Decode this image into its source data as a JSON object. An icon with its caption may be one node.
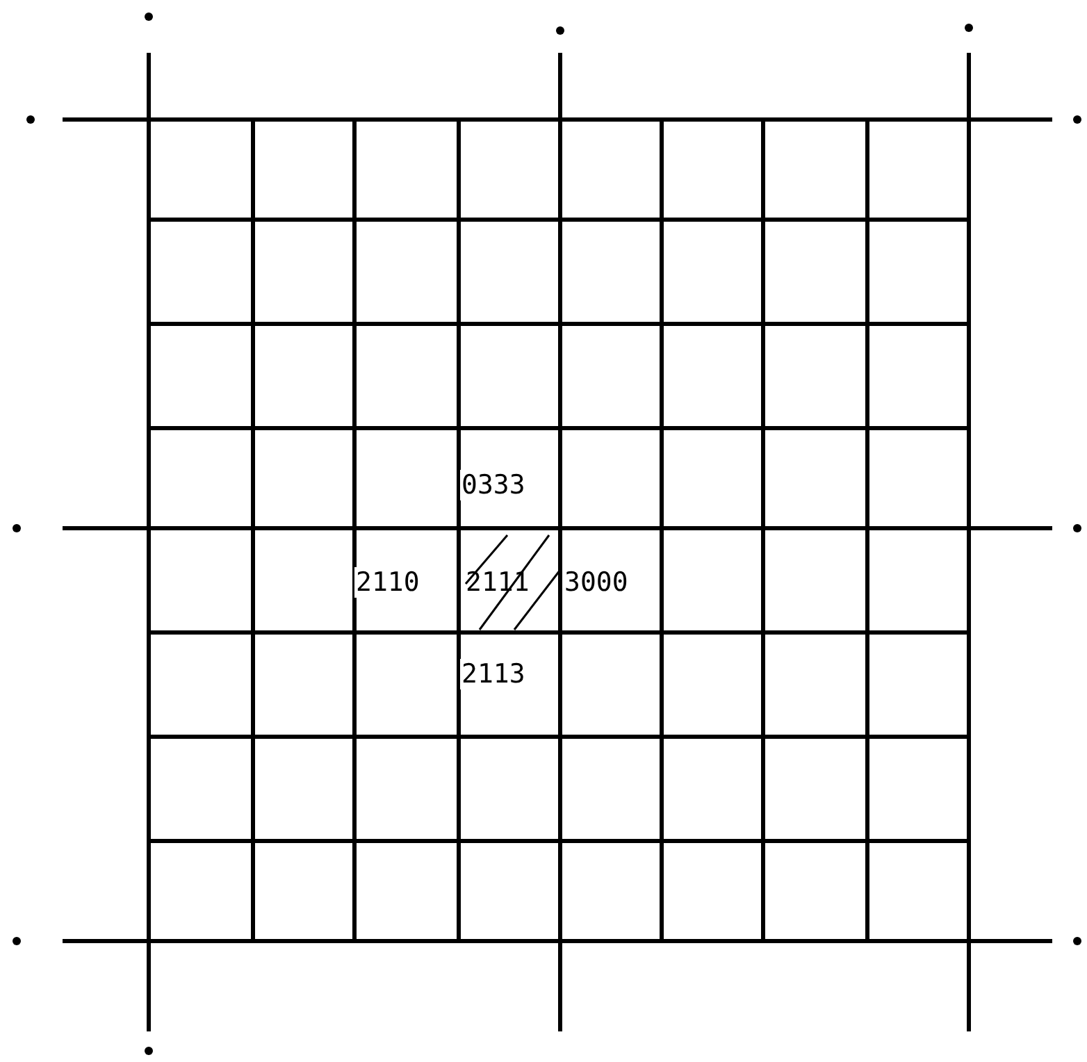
{
  "diagram": {
    "labels": [
      "0333",
      "2110",
      "2111",
      "3000",
      "2113"
    ]
  }
}
